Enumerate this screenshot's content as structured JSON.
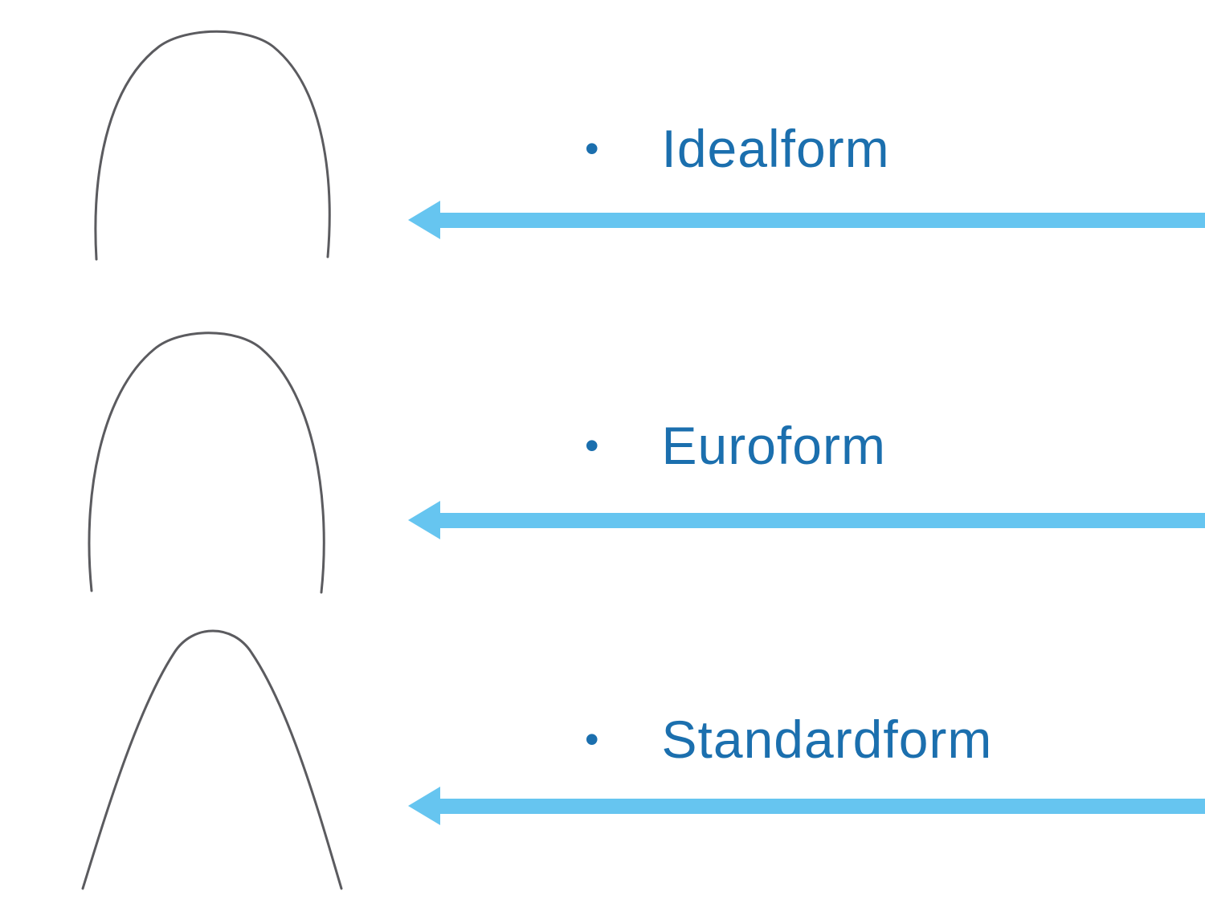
{
  "slide": {
    "rows": [
      {
        "bullet": "•",
        "label": "Idealform",
        "image": "archwire-idealform-curve"
      },
      {
        "bullet": "•",
        "label": "Euroform",
        "image": "archwire-euroform-curve"
      },
      {
        "bullet": "•",
        "label": "Standardform",
        "image": "archwire-standardform-curve"
      }
    ],
    "colors": {
      "label_text": "#1b6fae",
      "arrow": "#66c5f0",
      "arch_stroke": "#5b5b5f",
      "background": "#ffffff"
    }
  }
}
